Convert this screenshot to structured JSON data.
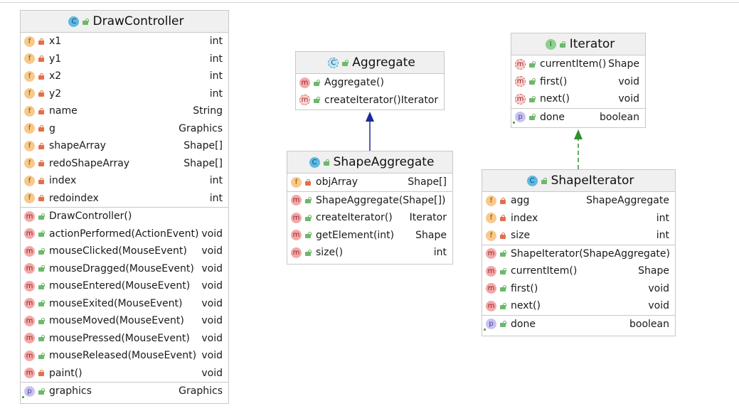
{
  "classes": {
    "draw_controller": {
      "title": "DrawController",
      "kind_icon": "class-icon",
      "fields": [
        {
          "name": "x1",
          "type": "int"
        },
        {
          "name": "y1",
          "type": "int"
        },
        {
          "name": "x2",
          "type": "int"
        },
        {
          "name": "y2",
          "type": "int"
        },
        {
          "name": "name",
          "type": "String"
        },
        {
          "name": "g",
          "type": "Graphics"
        },
        {
          "name": "shapeArray",
          "type": "Shape[]"
        },
        {
          "name": "redoShapeArray",
          "type": "Shape[]"
        },
        {
          "name": "index",
          "type": "int"
        },
        {
          "name": "redoindex",
          "type": "int"
        }
      ],
      "methods": [
        {
          "name": "DrawController()",
          "type": ""
        },
        {
          "name": "actionPerformed(ActionEvent)",
          "type": "void"
        },
        {
          "name": "mouseClicked(MouseEvent)",
          "type": "void"
        },
        {
          "name": "mouseDragged(MouseEvent)",
          "type": "void"
        },
        {
          "name": "mouseEntered(MouseEvent)",
          "type": "void"
        },
        {
          "name": "mouseExited(MouseEvent)",
          "type": "void"
        },
        {
          "name": "mouseMoved(MouseEvent)",
          "type": "void"
        },
        {
          "name": "mousePressed(MouseEvent)",
          "type": "void"
        },
        {
          "name": "mouseReleased(MouseEvent)",
          "type": "void"
        },
        {
          "name": "paint()",
          "type": "void"
        }
      ],
      "properties": [
        {
          "name": "graphics",
          "type": "Graphics"
        }
      ]
    },
    "aggregate": {
      "title": "Aggregate",
      "kind_icon": "abstract-class-icon",
      "methods": [
        {
          "name": "Aggregate()",
          "type": ""
        },
        {
          "name": "createIterator()",
          "type": "Iterator"
        }
      ]
    },
    "shape_aggregate": {
      "title": "ShapeAggregate",
      "kind_icon": "class-icon",
      "fields": [
        {
          "name": "objArray",
          "type": "Shape[]"
        }
      ],
      "methods": [
        {
          "name": "ShapeAggregate(Shape[])",
          "type": ""
        },
        {
          "name": "createIterator()",
          "type": "Iterator"
        },
        {
          "name": "getElement(int)",
          "type": "Shape"
        },
        {
          "name": "size()",
          "type": "int"
        }
      ]
    },
    "iterator": {
      "title": "Iterator",
      "kind_icon": "interface-icon",
      "methods": [
        {
          "name": "currentItem()",
          "type": "Shape"
        },
        {
          "name": "first()",
          "type": "void"
        },
        {
          "name": "next()",
          "type": "void"
        }
      ],
      "properties": [
        {
          "name": "done",
          "type": "boolean"
        }
      ]
    },
    "shape_iterator": {
      "title": "ShapeIterator",
      "kind_icon": "class-icon",
      "fields": [
        {
          "name": "agg",
          "type": "ShapeAggregate"
        },
        {
          "name": "index",
          "type": "int"
        },
        {
          "name": "size",
          "type": "int"
        }
      ],
      "methods": [
        {
          "name": "ShapeIterator(ShapeAggregate)",
          "type": ""
        },
        {
          "name": "currentItem()",
          "type": "Shape"
        },
        {
          "name": "first()",
          "type": "void"
        },
        {
          "name": "next()",
          "type": "void"
        }
      ],
      "properties": [
        {
          "name": "done",
          "type": "boolean"
        }
      ]
    }
  },
  "badges": {
    "field": "f",
    "method": "m",
    "property": "p",
    "class": "C",
    "interface": "I"
  },
  "colors": {
    "extends_arrow": "#1a2a9a",
    "implements_arrow": "#2f8f2f",
    "border": "#c8c8c8",
    "header_bg": "#f0f0f0"
  }
}
